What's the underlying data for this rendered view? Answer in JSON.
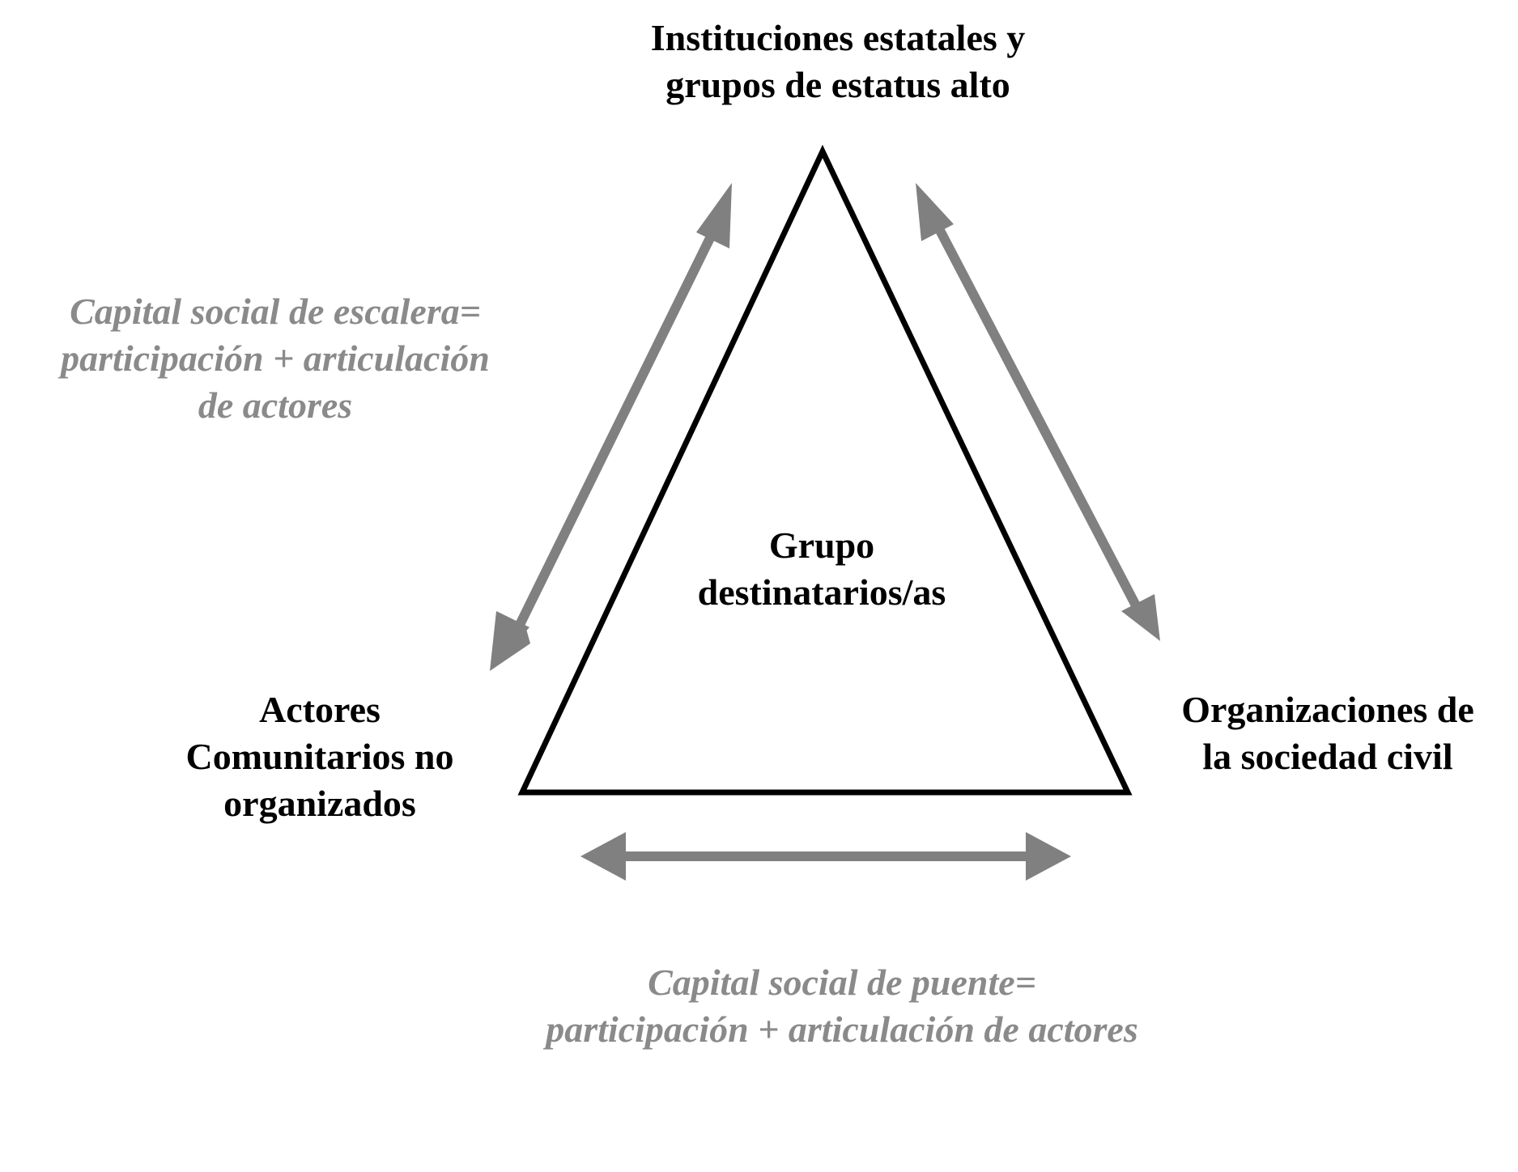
{
  "diagram": {
    "nodes": {
      "top": {
        "lines": [
          "Instituciones estatales  y",
          "grupos de estatus alto"
        ]
      },
      "center": {
        "lines": [
          "Grupo",
          "destinatarios/as"
        ]
      },
      "left": {
        "lines": [
          "Actores",
          "Comunitarios no",
          "organizados"
        ]
      },
      "right": {
        "lines": [
          "Organizaciones de",
          "la sociedad civil"
        ]
      }
    },
    "annotations": {
      "ladder": {
        "lines": [
          "Capital social de escalera=",
          "participación + articulación",
          "de actores"
        ]
      },
      "bridge": {
        "lines": [
          "Capital social de puente=",
          "participación + articulación de actores"
        ]
      }
    },
    "edges": [
      {
        "from": "left",
        "to": "top",
        "style": "double-arrow",
        "relates_to": "ladder"
      },
      {
        "from": "top",
        "to": "right",
        "style": "double-arrow"
      },
      {
        "from": "left",
        "to": "right",
        "style": "double-arrow",
        "relates_to": "bridge"
      }
    ],
    "colors": {
      "triangle": "#000000",
      "arrow": "#808080",
      "annotation_text": "#8a8a8a",
      "node_text": "#000000"
    }
  }
}
